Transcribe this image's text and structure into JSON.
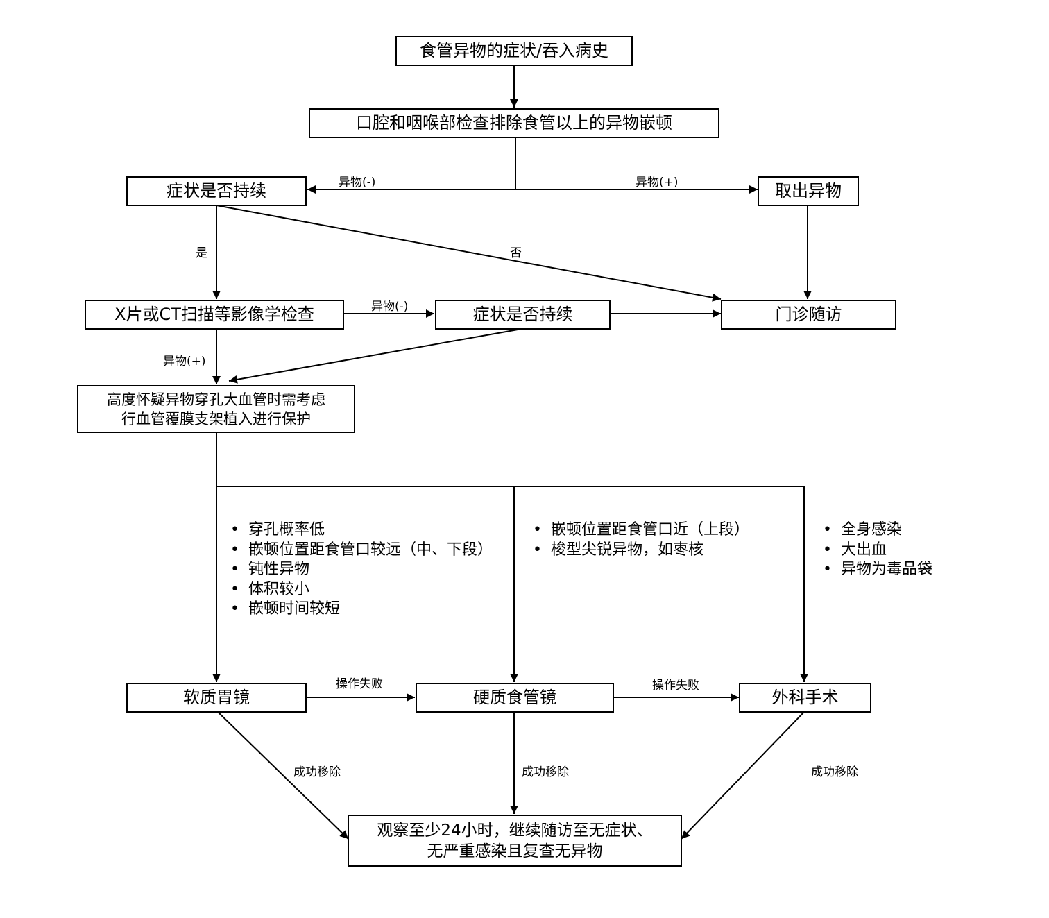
{
  "nodes": {
    "history": "食管异物的症状/吞入病史",
    "oral_exam": "口腔和咽喉部检查排除食管以上的异物嵌顿",
    "symptom_persist_1": "症状是否持续",
    "remove": "取出异物",
    "imaging": "X片或CT扫描等影像学检查",
    "symptom_persist_2": "症状是否持续",
    "clinic_followup": "门诊随访",
    "stent_line1": "高度怀疑异物穿孔大血管时需考虑",
    "stent_line2": "行血管覆膜支架植入进行保护",
    "soft_gastroscope": "软质胃镜",
    "rigid_esophagoscope": "硬质食管镜",
    "surgery": "外科手术",
    "observe_line1": "观察至少24小时，继续随访至无症状、",
    "observe_line2": "无严重感染且复查无异物"
  },
  "edge_labels": {
    "fb_negative_1": "异物(-)",
    "fb_positive_1": "异物(+)",
    "yes": "是",
    "no": "否",
    "fb_negative_2": "异物(-)",
    "fb_positive_2": "异物(+)",
    "op_fail_1": "操作失败",
    "op_fail_2": "操作失败",
    "success_1": "成功移除",
    "success_2": "成功移除",
    "success_3": "成功移除"
  },
  "conditions": {
    "soft": [
      "穿孔概率低",
      "嵌顿位置距食管口较远（中、下段）",
      "钝性异物",
      "体积较小",
      "嵌顿时间较短"
    ],
    "rigid": [
      "嵌顿位置距食管口近（上段）",
      "梭型尖锐异物，如枣核"
    ],
    "surgery": [
      "全身感染",
      "大出血",
      "异物为毒品袋"
    ]
  }
}
